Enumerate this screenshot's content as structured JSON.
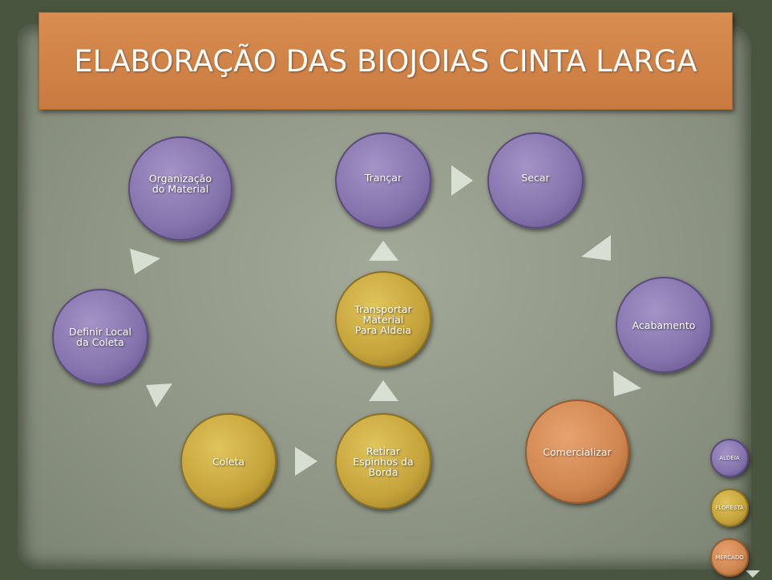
{
  "title": "ELABORAÇÃO DAS BIOJOIAS CINTA LARGA",
  "nodes": {
    "organizacao": "Organização do Material",
    "trancar": "Trançar",
    "secar": "Secar",
    "definir": "Definir Local da Coleta",
    "transportar": "Transportar Material Para Aldeia",
    "acabamento": "Acabamento",
    "coleta": "Coleta",
    "retirar": "Retirar Espinhos da Borda",
    "comercializar": "Comercializar"
  },
  "legend": {
    "aldeia": "ALDEIA",
    "floresta": "FLORESTA",
    "mercado": "MERCADO"
  },
  "colors": {
    "aldeia": "#8573ad",
    "floresta": "#c6a33b",
    "mercado": "#d0864f",
    "banner": "#d2844a"
  }
}
